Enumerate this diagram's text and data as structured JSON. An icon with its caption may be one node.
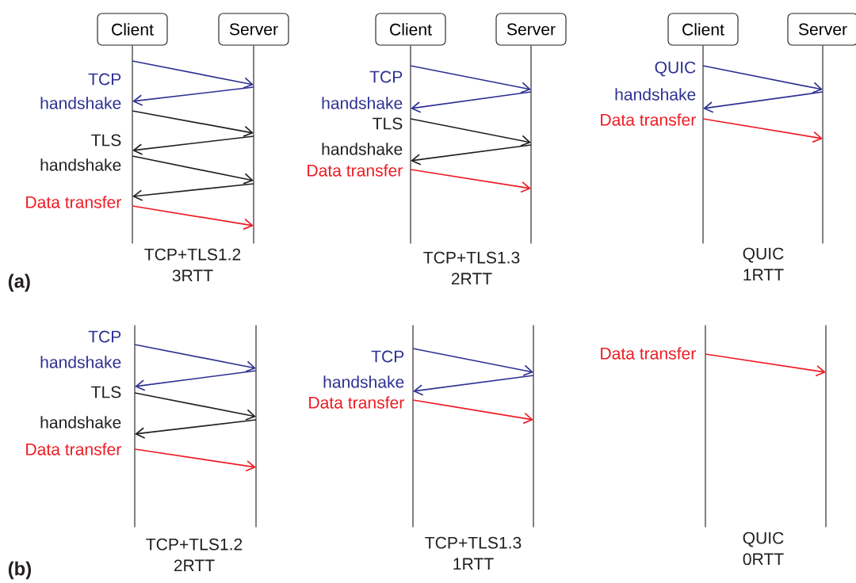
{
  "diagram": {
    "nodes": [
      {
        "text": [
          "Client"
        ]
      },
      {
        "text": [
          "Server"
        ]
      },
      {
        "text": [
          "Client"
        ]
      },
      {
        "text": [
          "Server"
        ]
      },
      {
        "text": [
          "Client"
        ]
      },
      {
        "text": [
          "Server"
        ]
      },
      {
        "text": [],
        "shape": "line"
      },
      {
        "text": [],
        "shape": "line"
      },
      {
        "text": [],
        "shape": "line"
      },
      {
        "text": [],
        "shape": "line"
      },
      {
        "text": [],
        "shape": "line"
      },
      {
        "text": [],
        "shape": "line"
      },
      {
        "text": [],
        "shape": "line"
      },
      {
        "text": [],
        "shape": "line"
      },
      {
        "text": [],
        "shape": "line"
      },
      {
        "text": [],
        "shape": "line"
      },
      {
        "text": [],
        "shape": "line"
      },
      {
        "text": [],
        "shape": "line"
      }
    ],
    "edges": [
      {
        "from": 6,
        "to": 7,
        "arrow": "to"
      },
      {
        "from": 7,
        "to": 6,
        "arrow": "to"
      },
      {
        "from": 6,
        "to": 7,
        "arrow": "to",
        "color": "#231f20"
      },
      {
        "from": 7,
        "to": 6,
        "arrow": "to",
        "color": "#231f20"
      },
      {
        "from": 6,
        "to": 7,
        "arrow": "to",
        "color": "#231f20"
      },
      {
        "from": 7,
        "to": 6,
        "arrow": "to",
        "color": "#231f20"
      },
      {
        "from": 6,
        "to": 7,
        "arrow": "to",
        "color": "#ed1c24"
      },
      {
        "from": 8,
        "to": 9,
        "arrow": "to"
      },
      {
        "from": 9,
        "to": 8,
        "arrow": "to"
      },
      {
        "from": 8,
        "to": 9,
        "arrow": "to",
        "color": "#231f20"
      },
      {
        "from": 9,
        "to": 8,
        "arrow": "to",
        "color": "#231f20"
      },
      {
        "from": 8,
        "to": 9,
        "arrow": "to",
        "color": "#ed1c24"
      },
      {
        "from": 10,
        "to": 11,
        "arrow": "to"
      },
      {
        "from": 11,
        "to": 10,
        "arrow": "to"
      },
      {
        "from": 10,
        "to": 11,
        "arrow": "to",
        "color": "#ed1c24"
      },
      {
        "from": 12,
        "to": 13,
        "arrow": "to"
      },
      {
        "from": 13,
        "to": 12,
        "arrow": "to"
      },
      {
        "from": 12,
        "to": 13,
        "arrow": "to",
        "color": "#231f20"
      },
      {
        "from": 13,
        "to": 12,
        "arrow": "to",
        "color": "#231f20"
      },
      {
        "from": 12,
        "to": 13,
        "arrow": "to",
        "color": "#ed1c24"
      },
      {
        "from": 14,
        "to": 15,
        "arrow": "to"
      },
      {
        "from": 15,
        "to": 14,
        "arrow": "to"
      },
      {
        "from": 14,
        "to": 15,
        "arrow": "to",
        "color": "#ed1c24"
      },
      {
        "from": 16,
        "to": 17,
        "arrow": "to",
        "color": "#ed1c24"
      }
    ],
    "labels": [
      "TCP",
      "handshake",
      "TLS",
      "handshake",
      "Data transfer",
      "TCP+TLS1.2 3RTT",
      "TCP",
      "handshake",
      "TLS",
      "handshake",
      "Data transfer",
      "TCP+TLS1.3 2RTT",
      "QUIC",
      "handshake",
      "Data transfer",
      "QUIC 1RTT",
      "(a)",
      "TCP",
      "handshake",
      "TLS",
      "handshake",
      "Data transfer",
      "TCP+TLS1.2 2RTT",
      "TCP",
      "handshake",
      "Data transfer",
      "TCP+TLS1.3 1RTT",
      "Data transfer",
      "QUIC 0RTT",
      "(b)"
    ]
  }
}
